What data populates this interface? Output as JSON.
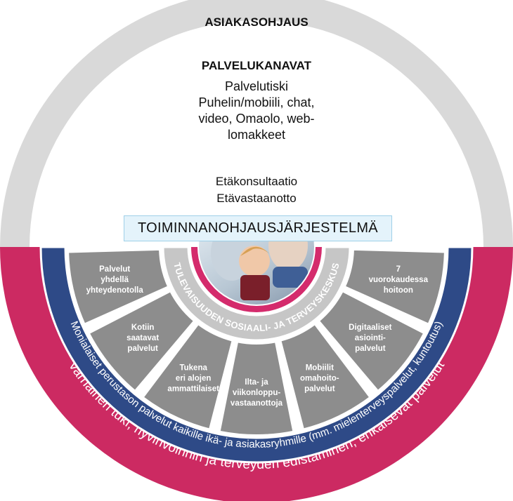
{
  "outer_ring_label": "ASIAKASOHJAUS",
  "channels": {
    "title": "PALVELUKANAVAT",
    "lines": [
      "Palvelutiski",
      "Puhelin/mobiili, chat,",
      "video, Omaolo, web-",
      "lomakkeet"
    ],
    "remote_lines": [
      "Etäkonsultaatio",
      "Etävastaanotto"
    ]
  },
  "system_label": "TOIMINNANOHJAUSJÄRJESTELMÄ",
  "rings": {
    "pink_text": "Varhainen tuki, hyvinvoinnin ja terveyden edistäminen, ehkäisevät palvelut",
    "blue_text": "Monialaiset perustason palvelut kaikille ikä- ja asiakasryhmille (mm. mielenterveyspalvelut, kuntoutus)",
    "hub_text": "TULEVAISUUDEN SOSIAALI- JA TERVEYSKESKUS"
  },
  "segments": [
    [
      "Palvelut",
      "yhdellä",
      "yhteydenotolla"
    ],
    [
      "Kotiin",
      "saatavat",
      "palvelut"
    ],
    [
      "Tukena",
      "eri alojen",
      "ammattilaiset"
    ],
    [
      "Ilta- ja",
      "viikonloppu-",
      "vastaanottoja"
    ],
    [
      "Mobiilit",
      "omahoito-",
      "palvelut"
    ],
    [
      "Digitaaliset",
      "asiointi-",
      "palvelut"
    ],
    [
      "7",
      "vuorokaudessa",
      "hoitoon"
    ]
  ],
  "colors": {
    "outer_ring": "#d9d9d9",
    "pink": "#cc2a62",
    "navy": "#2e4a87",
    "segment": "#8d8d8d",
    "hub_ring": "#c6c6c6",
    "hub_accent": "#d42b6c",
    "system_box_bg": "#e4f3fb"
  }
}
